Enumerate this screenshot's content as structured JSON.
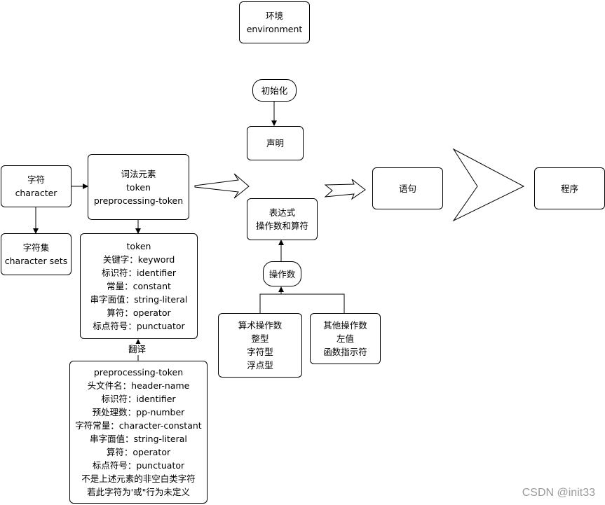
{
  "nodes": {
    "environment": [
      "环境",
      "environment"
    ],
    "init": [
      "初始化"
    ],
    "declaration": [
      "声明"
    ],
    "character": [
      "字符",
      "character"
    ],
    "charset": [
      "字符集",
      "character sets"
    ],
    "lexical": [
      "词法元素",
      "token",
      "preprocessing-token"
    ],
    "token": [
      "token",
      "关键字：keyword",
      "标识符：identifier",
      "常量：constant",
      "串字面值：string-literal",
      "算符：operator",
      "标点符号：punctuator"
    ],
    "pptoken": [
      "preprocessing-token",
      "头文件名：header-name",
      "标识符：identifier",
      "预处理数：pp-number",
      "字符常量：character-constant",
      "串字面值：string-literal",
      "算符：operator",
      "标点符号：punctuator",
      "不是上述元素的非空白类字符",
      "若此字符为'或\"行为未定义"
    ],
    "expression": [
      "表达式",
      "操作数和算符"
    ],
    "operand": [
      "操作数"
    ],
    "arith": [
      "算术操作数",
      "整型",
      "字符型",
      "浮点型"
    ],
    "other": [
      "其他操作数",
      "左值",
      "函数指示符"
    ],
    "statement": [
      "语句"
    ],
    "program": [
      "程序"
    ]
  },
  "edge_labels": {
    "translate": "翻译"
  },
  "watermark": "CSDN @init33"
}
